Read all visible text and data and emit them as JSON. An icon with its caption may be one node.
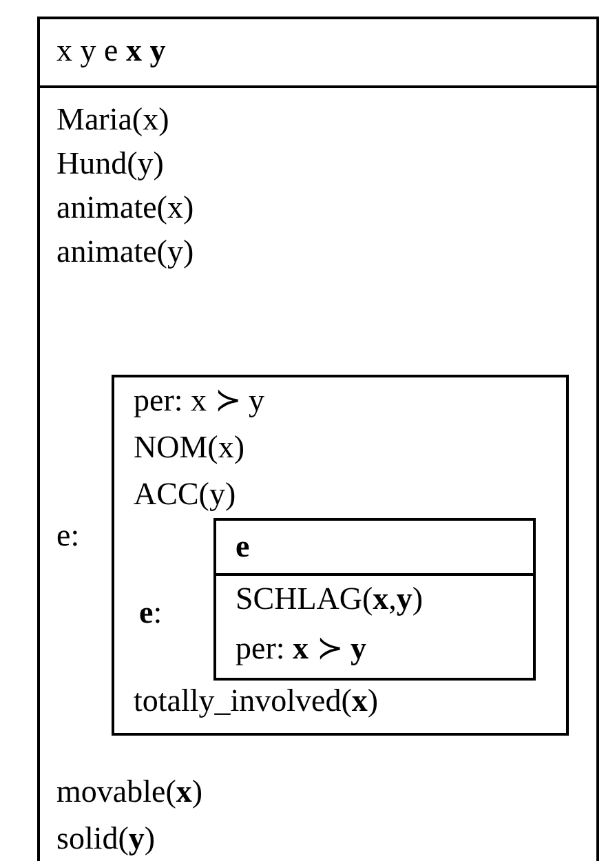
{
  "diagram": {
    "nodes": [
      {
        "text": [
          "x y e **x** **y**",
          "Maria(x)",
          "Hund(y)",
          "animate(x)",
          "animate(y)",
          "movable(**x**)",
          "solid(**y**)"
        ]
      },
      {
        "text": [
          "per: x ≻ y",
          "NOM(x)",
          "ACC(y)",
          "totally_involved(**x**)"
        ],
        "in": 0,
        "beside": [
          "e:"
        ]
      },
      {
        "text": [
          "**e**",
          "SCHLAG(**x**,**y**)",
          "per: **x** ≻ **y**"
        ],
        "in": 1,
        "beside": [
          "**e**:"
        ]
      }
    ]
  }
}
